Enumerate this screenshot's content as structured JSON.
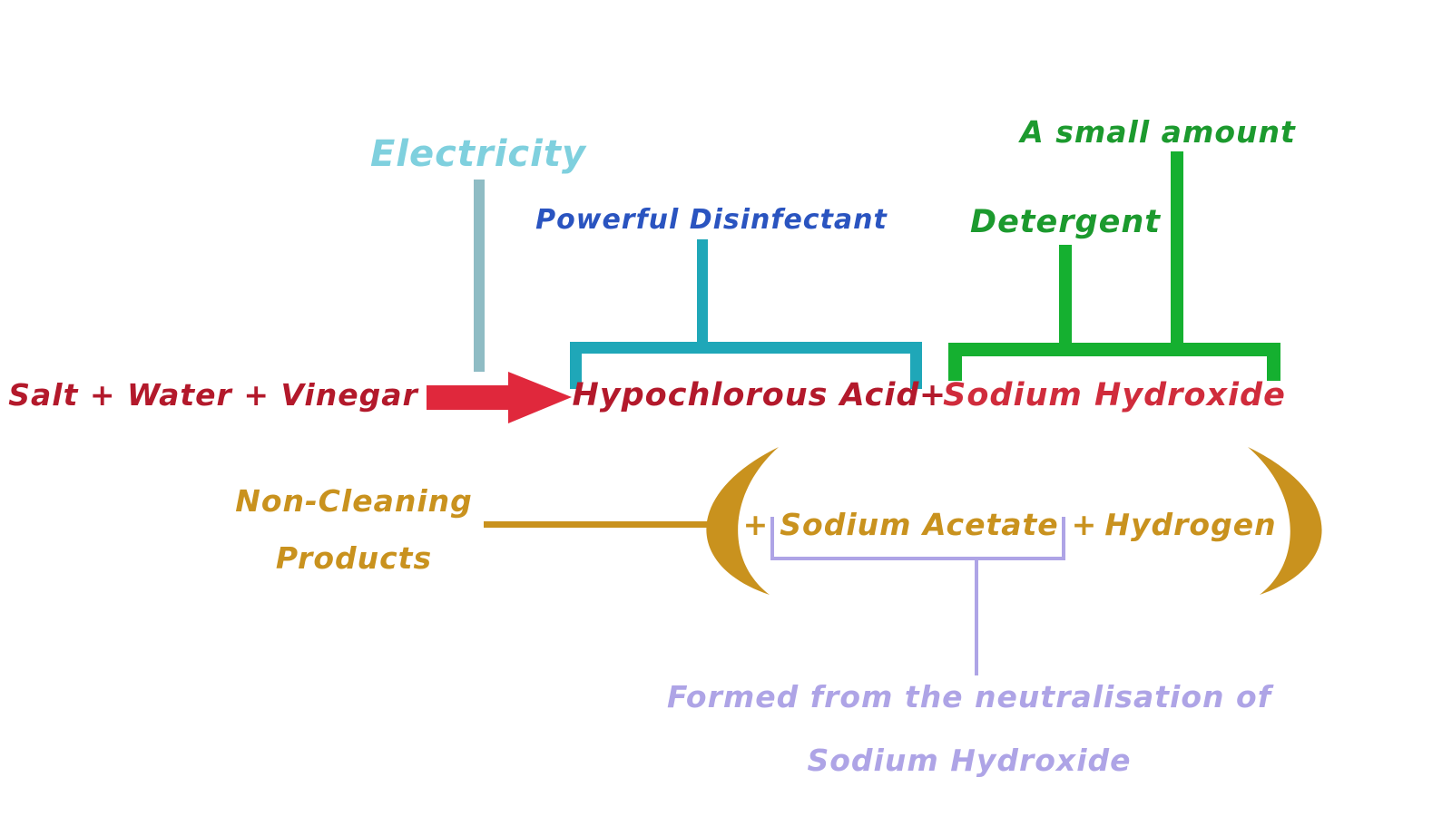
{
  "reactants": "Salt + Water + Vinegar",
  "energy_input": "Electricity",
  "product_1": {
    "name": "Hypochlorous Acid",
    "role": "Powerful Disinfectant"
  },
  "plus_1": "+",
  "product_2": {
    "name": "Sodium Hydroxide",
    "role": "Detergent",
    "note": "A small amount"
  },
  "byproducts": {
    "label_line_1": "Non-Cleaning",
    "label_line_2": "Products",
    "plus_a": "+",
    "acetate": "Sodium Acetate",
    "plus_b": "+",
    "hydrogen": "Hydrogen",
    "note_line_1": "Formed from the neutralisation of",
    "note_line_2": "Sodium Hydroxide"
  },
  "colors": {
    "reactants": "#b3192b",
    "electricity": "#7fd0de",
    "electricity_line": "#8fbcc4",
    "arrow": "#e0283c",
    "product": "#b3192b",
    "disinfectant": "#2a54c0",
    "teal_bracket": "#1fa7b8",
    "green": "#1c9a2e",
    "green_bracket": "#15b030",
    "gold": "#c9921e",
    "lavender": "#aea4e6"
  }
}
